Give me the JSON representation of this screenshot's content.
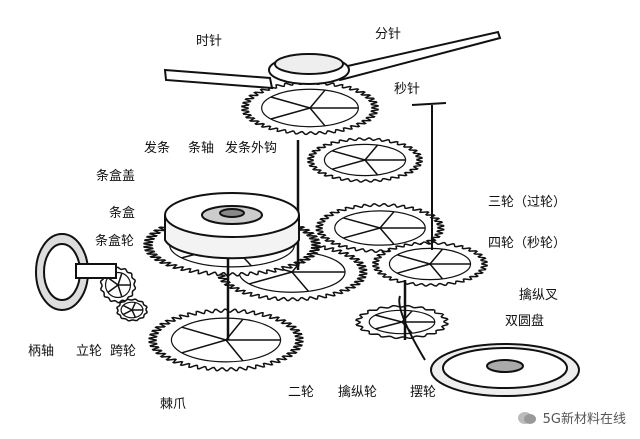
{
  "labels": {
    "hour_hand": "时针",
    "minute_hand": "分针",
    "second_hand": "秒针",
    "mainspring": "发条",
    "arbor": "条轴",
    "mainspring_hook": "发条外钩",
    "barrel_cover": "条盒盖",
    "barrel": "条盒",
    "barrel_wheel": "条盒轮",
    "third_wheel": "三轮（过轮）",
    "fourth_wheel": "四轮（秒轮）",
    "escape_fork": "擒纵叉",
    "double_roller": "双圆盘",
    "winding_stem": "柄轴",
    "crown_wheel": "立轮",
    "ratchet_wheel": "跨轮",
    "click": "棘爪",
    "center_wheel": "二轮",
    "escape_wheel": "擒纵轮",
    "balance_wheel": "摆轮"
  },
  "watermark": {
    "text": "5G新材料在线",
    "icon": "wechat-icon"
  }
}
